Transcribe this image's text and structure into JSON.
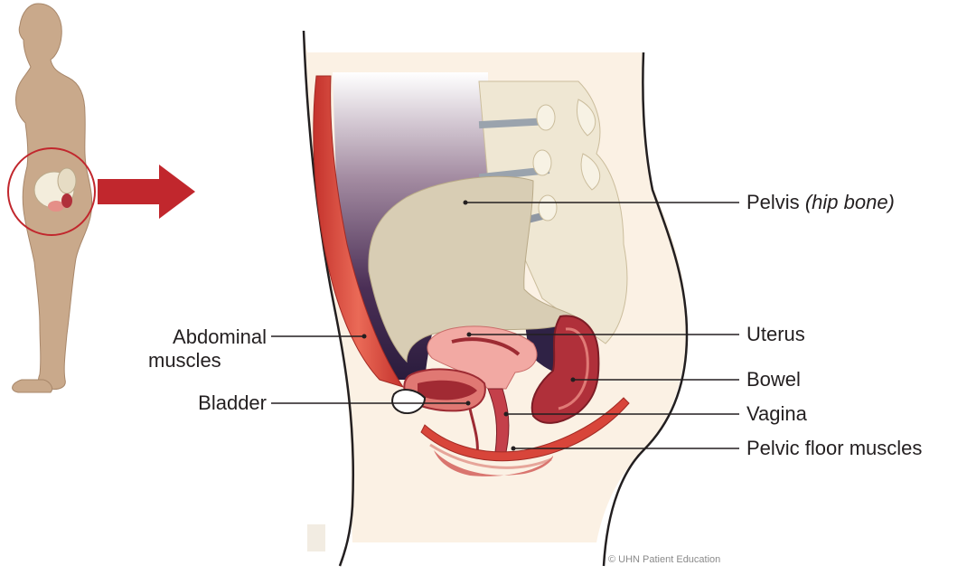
{
  "labels": {
    "pelvis": "Pelvis",
    "pelvis_note": "(hip bone)",
    "uterus": "Uterus",
    "bowel": "Bowel",
    "vagina": "Vagina",
    "pelvic_floor": "Pelvic floor muscles",
    "abdominal_line1": "Abdominal",
    "abdominal_line2": "muscles",
    "bladder": "Bladder"
  },
  "credit": "© UHN Patient Education",
  "colors": {
    "skin": "#c9a98b",
    "bone": "#e9e0c9",
    "bone_dark": "#d3c6a8",
    "muscle": "#d8453a",
    "organ_pink": "#f2a9a3",
    "organ_dark": "#b0303a",
    "cavity": "#3a2749",
    "arrow": "#c1272d",
    "flesh": "#fbf1e4"
  }
}
